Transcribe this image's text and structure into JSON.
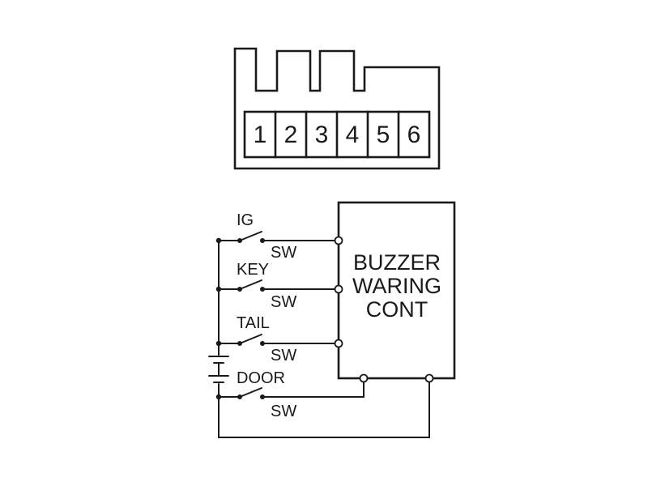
{
  "connector": {
    "pins": [
      "1",
      "2",
      "3",
      "4",
      "5",
      "6"
    ]
  },
  "circuit": {
    "switches": [
      {
        "name": "IG",
        "suffix": "SW"
      },
      {
        "name": "KEY",
        "suffix": "SW"
      },
      {
        "name": "TAIL",
        "suffix": "SW"
      },
      {
        "name": "DOOR",
        "suffix": "SW"
      }
    ],
    "controller": {
      "lines": [
        "BUZZER",
        "WARING",
        "CONT"
      ]
    }
  }
}
